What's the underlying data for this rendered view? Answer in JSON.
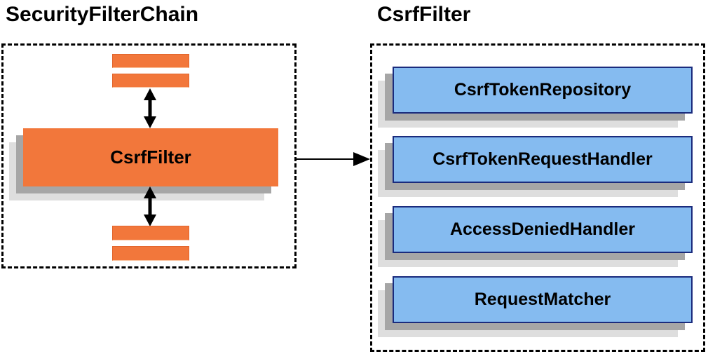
{
  "diagram": {
    "left_panel": {
      "title": "SecurityFilterChain",
      "main_filter_label": "CsrfFilter",
      "decorative_filter_bars": {
        "above": 2,
        "below": 2
      }
    },
    "right_panel": {
      "title": "CsrfFilter",
      "components": [
        "CsrfTokenRepository",
        "CsrfTokenRequestHandler",
        "AccessDeniedHandler",
        "RequestMatcher"
      ]
    },
    "relations": {
      "left_to_right_arrow": "CsrfFilter uses components",
      "vertical_arrows": "bidirectional flow through filter chain"
    }
  },
  "colors": {
    "orange": "#F2773B",
    "orange-border": "#E2662D",
    "blue": "#85BBF0",
    "blue-border": "#1A2B7D",
    "shadow-dark": "#A6A6A6",
    "shadow-light": "#DEDEDE",
    "line": "#000000",
    "text": "#000000"
  }
}
